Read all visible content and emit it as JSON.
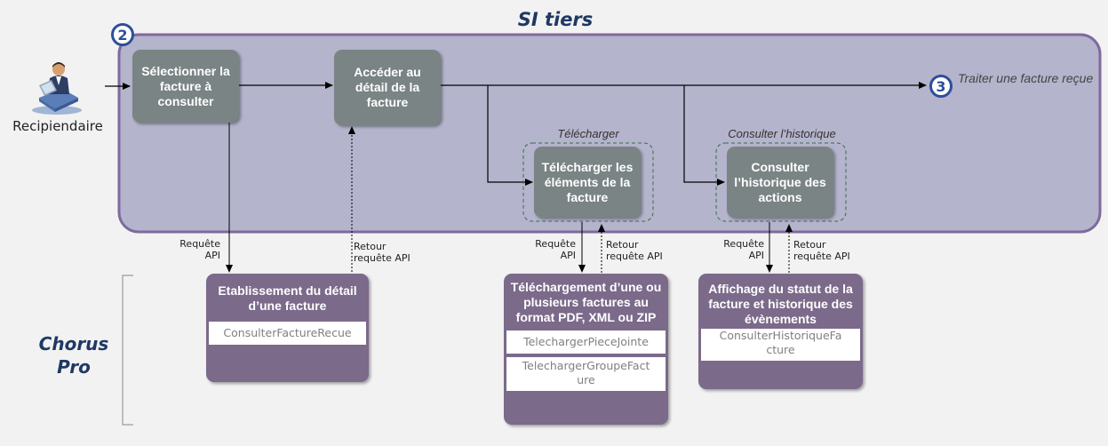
{
  "si_tiers": {
    "title": "SI tiers"
  },
  "actor": {
    "label": "Recipiendaire",
    "icon": "user-at-computer-icon"
  },
  "badges": {
    "step2": "2",
    "step3": "3"
  },
  "steps": {
    "select": "Sélectionner la facture à consulter",
    "access": "Accéder au détail de la facture",
    "download": "Télécharger les éléments de la facture",
    "history": "Consulter l’historique des actions"
  },
  "next_step": {
    "label": "Traiter une facture reçue"
  },
  "groups": {
    "download": "Télécharger",
    "history": "Consulter l’historique"
  },
  "api_labels": {
    "request": "Requête API",
    "return": "Retour requête API"
  },
  "chorus": {
    "title": "Chorus Pro"
  },
  "services": {
    "detail": {
      "title": "Etablissement du détail d’une facture",
      "apis": [
        "ConsulterFactureRecue"
      ]
    },
    "download": {
      "title": "Téléchargement d’une ou plusieurs factures au format PDF, XML ou ZIP",
      "apis": [
        "TelechargerPieceJointe",
        "TelechargerGroupeFacture"
      ]
    },
    "history": {
      "title": "Affichage du statut de la facture et historique des évènements",
      "apis": [
        "ConsulterHistoriqueFacture"
      ]
    }
  },
  "colors": {
    "si_panel": "#b4b4cc",
    "si_border": "#7f6a9c",
    "step_box": "#7a8484",
    "service_box": "#7b6a8a",
    "title_navy": "#1f3864",
    "badge_blue": "#2e4e9a"
  }
}
